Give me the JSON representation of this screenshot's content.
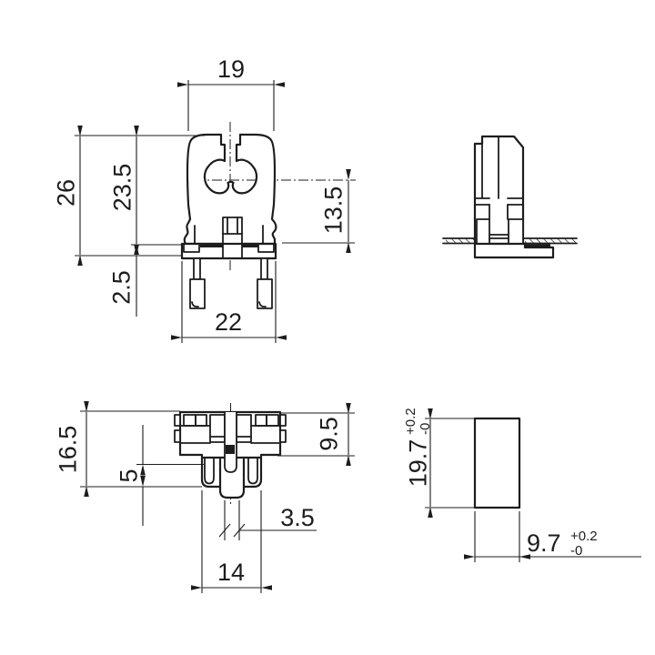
{
  "drawing": {
    "title": "lamp-holder-technical-drawing",
    "background_color": "#ffffff",
    "line_color": "#1d1d1d",
    "front_view": {
      "dims": {
        "top_width": "19",
        "total_height": "26",
        "body_height": "23.5",
        "center_height": "13.5",
        "flange_thickness": "2.5",
        "base_width": "22"
      }
    },
    "bottom_view": {
      "dims": {
        "total_depth": "16.5",
        "slot_depth": "5",
        "upper_depth": "9.5",
        "slot_width": "3.5",
        "lower_width": "14"
      }
    },
    "cutout_view": {
      "dims": {
        "height": "19.7",
        "height_tol_plus": "+0.2",
        "height_tol_minus": "-0",
        "width": "9.7",
        "width_tol_plus": "+0.2",
        "width_tol_minus": "-0"
      }
    }
  }
}
